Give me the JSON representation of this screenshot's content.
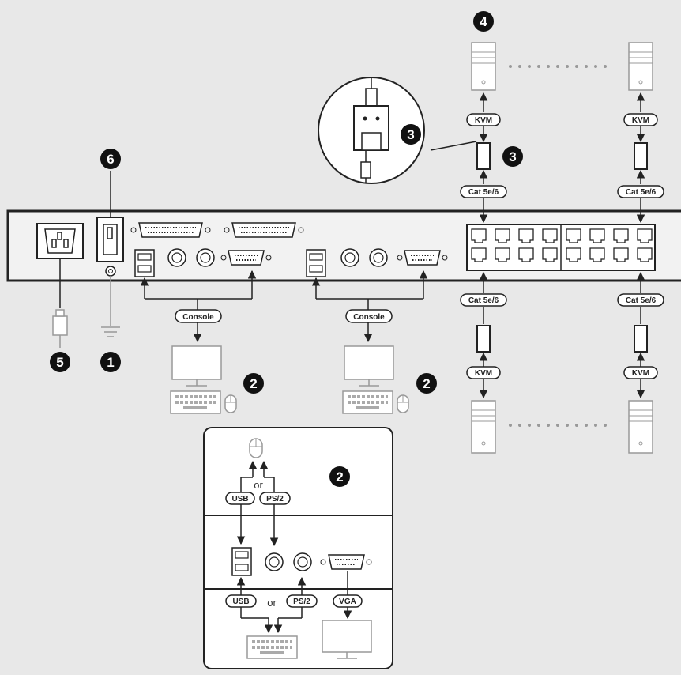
{
  "labels": {
    "console_left": "Console",
    "console_right": "Console",
    "kvm_top_left": "KVM",
    "kvm_top_right": "KVM",
    "kvm_bottom_left": "KVM",
    "kvm_bottom_right": "KVM",
    "cat_top_left": "Cat 5e/6",
    "cat_top_right": "Cat 5e/6",
    "cat_bottom_left": "Cat 5e/6",
    "cat_bottom_right": "Cat 5e/6"
  },
  "callouts": {
    "ground": "1",
    "console_left": "2",
    "console_right": "2",
    "inset": "2",
    "adapter_zoom": "3",
    "adapter": "3",
    "computers": "4",
    "power_cord": "5",
    "power_switch": "6"
  },
  "inset": {
    "mouse_usb": "USB",
    "mouse_ps2": "PS/2",
    "mouse_or": "or",
    "keyboard_usb": "USB",
    "keyboard_ps2": "PS/2",
    "keyboard_or": "or",
    "vga": "VGA"
  }
}
